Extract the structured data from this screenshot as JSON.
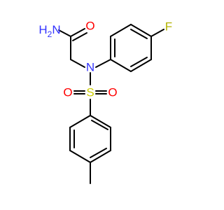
{
  "colors": {
    "background": "#ffffff",
    "bond": "#000000",
    "N": "#3333ff",
    "O": "#ff0000",
    "S": "#cccc00",
    "F": "#b3b300"
  },
  "atoms": [
    {
      "id": "nh2",
      "label": "H2N",
      "element": "N"
    },
    {
      "id": "o_amide",
      "label": "O",
      "element": "O"
    },
    {
      "id": "n_sulfonamide",
      "label": "N",
      "element": "N"
    },
    {
      "id": "f",
      "label": "F",
      "element": "F"
    },
    {
      "id": "s",
      "label": "S",
      "element": "S"
    },
    {
      "id": "o_left",
      "label": "O",
      "element": "O"
    },
    {
      "id": "o_right",
      "label": "O",
      "element": "O"
    }
  ]
}
